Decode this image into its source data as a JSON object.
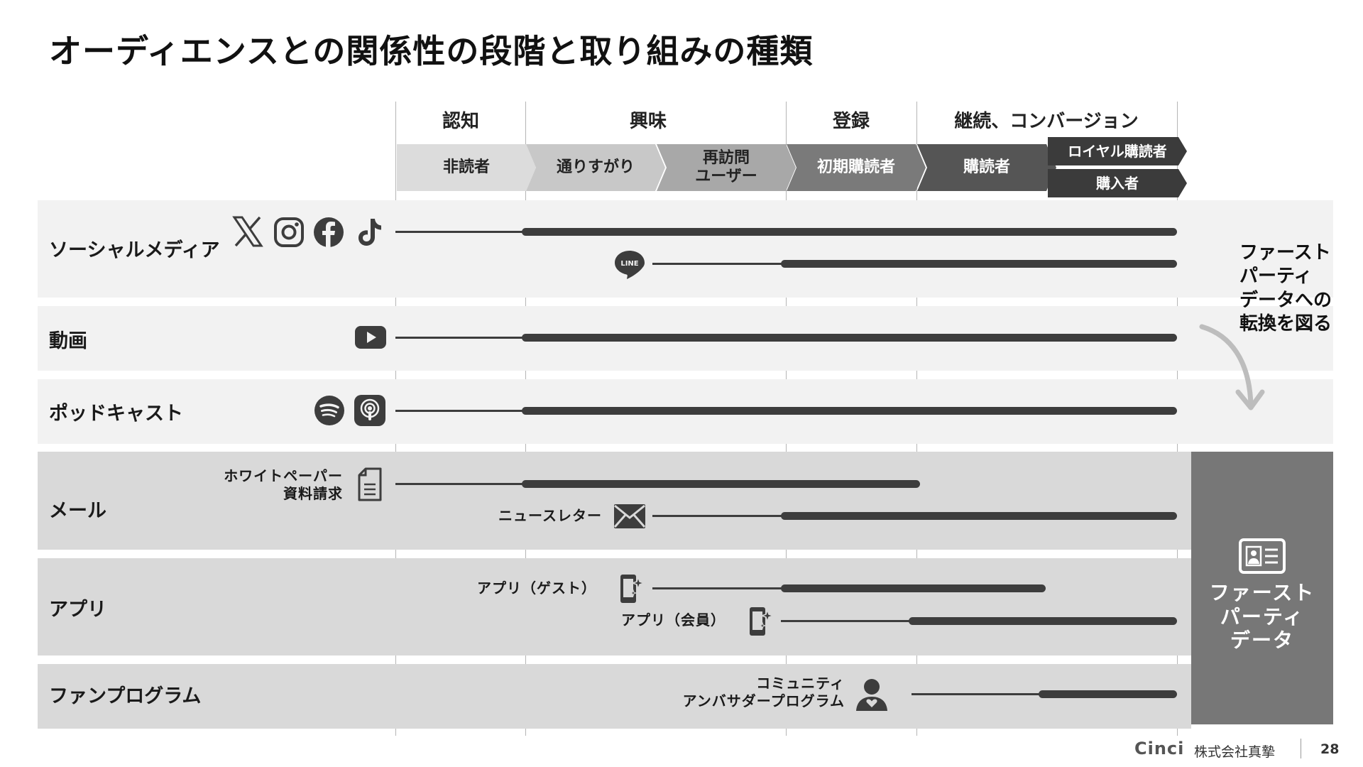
{
  "title": "オーディエンスとの関係性の段階と取り組みの種類",
  "stages": {
    "awareness": "認知",
    "interest": "興味",
    "registration": "登録",
    "continuation": "継続、コンバージョン"
  },
  "segments": {
    "non_reader": "非読者",
    "passerby": "通りすがり",
    "revisit_line1": "再訪問",
    "revisit_line2": "ユーザー",
    "initial_subscriber": "初期購読者",
    "subscriber": "購読者",
    "loyal_subscriber": "ロイヤル購読者",
    "purchaser": "購入者"
  },
  "rows": {
    "social": "ソーシャルメディア",
    "video": "動画",
    "podcast": "ポッドキャスト",
    "mail": "メール",
    "app": "アプリ",
    "fan": "ファンプログラム"
  },
  "items": {
    "whitepaper_line1": "ホワイトペーパー",
    "whitepaper_line2": "資料請求",
    "newsletter": "ニュースレター",
    "app_guest": "アプリ（ゲスト）",
    "app_member": "アプリ（会員）",
    "community_line1": "コミュニティ",
    "community_line2": "アンバサダープログラム",
    "line_icon_text": "LINE"
  },
  "first_party_data": {
    "line1": "ファースト",
    "line2": "パーティ",
    "line3": "データ"
  },
  "side_note": {
    "line1": "ファースト",
    "line2": "パーティ",
    "line3": "データへの",
    "line4": "転換を図る"
  },
  "footer": {
    "logo": "Cinci",
    "company": "株式会社真摯",
    "page": "28"
  },
  "colors": {
    "chevron_light": "#dcdcdc",
    "chevron_mid1": "#c4c4c4",
    "chevron_mid2": "#a8a8a8",
    "chevron_dark1": "#7a7a7a",
    "chevron_dark2": "#555555",
    "chevron_darkest": "#3b3b3b",
    "band_light": "#f2f2f2",
    "band_dark": "#d9d9d9",
    "line": "#3d3d3d",
    "fpd_box": "#777777"
  }
}
